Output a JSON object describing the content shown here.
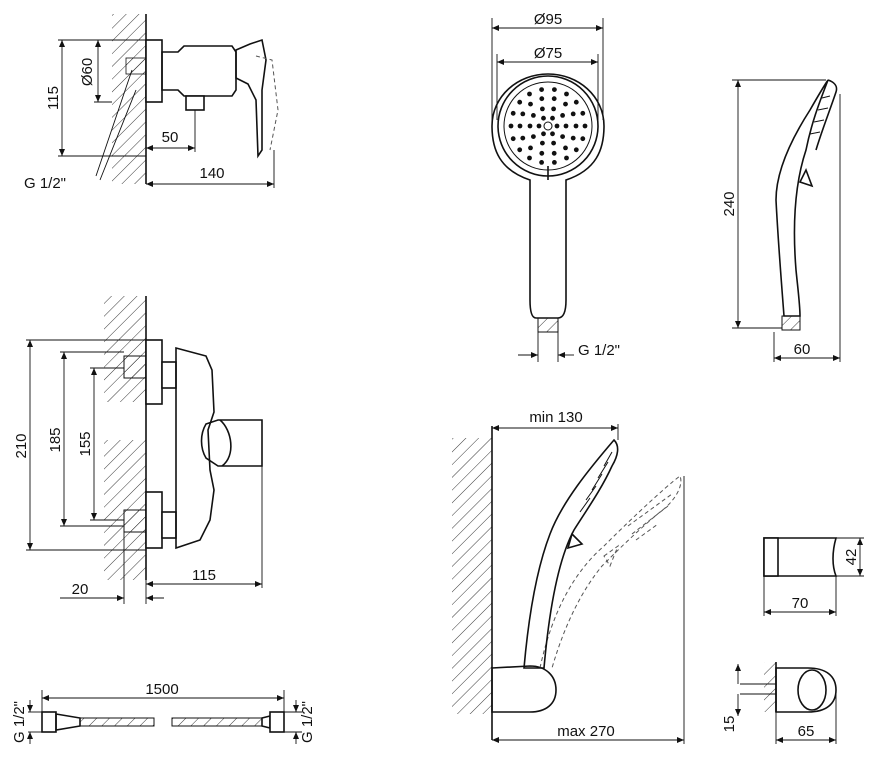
{
  "mixer_side": {
    "d_flange": "Ø60",
    "height": "115",
    "outlet": "50",
    "depth": "140",
    "thread": "G 1/2\""
  },
  "hand_shower_front": {
    "d_outer": "Ø95",
    "d_face": "Ø75",
    "thread": "G 1/2\""
  },
  "hand_shower_side": {
    "length": "240",
    "depth": "60"
  },
  "mixer_front": {
    "total": "210",
    "mid": "185",
    "centers": "155",
    "offset": "20",
    "projection": "115"
  },
  "shower_holder": {
    "min_reach": "min 130",
    "max_reach": "max 270"
  },
  "holder_part": {
    "height": "42",
    "width": "70"
  },
  "wall_holder": {
    "height": "15",
    "width": "65"
  },
  "hose": {
    "length": "1500",
    "thread_left": "G 1/2\"",
    "thread_right": "G 1/2\""
  }
}
